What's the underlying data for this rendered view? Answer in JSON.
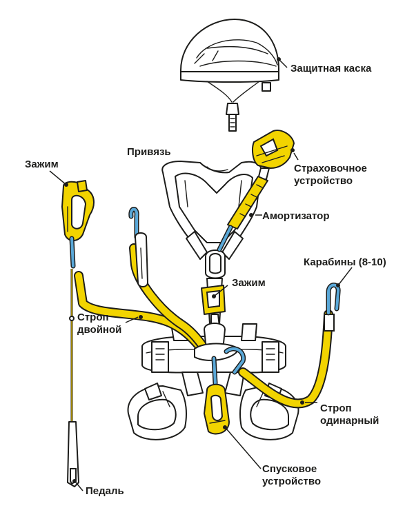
{
  "labels": {
    "helmet": "Защитная каска",
    "harness": "Привязь",
    "clamp_left": "Зажим",
    "belay_device_line1": "Страховочное",
    "belay_device_line2": "устройство",
    "shock_absorber": "Амортизатор",
    "carabiners": "Карабины (8-10)",
    "clamp_center": "Зажим",
    "lanyard_double_line1": "Строп",
    "lanyard_double_line2": "двойной",
    "lanyard_single_line1": "Строп",
    "lanyard_single_line2": "одинарный",
    "descender_line1": "Спусковое",
    "descender_line2": "устройство",
    "pedal": "Педаль"
  },
  "colors": {
    "yellow": "#f2d400",
    "blue": "#5aa8d8",
    "outline": "#1d1d1b",
    "gray_fill": "#ffffff"
  }
}
